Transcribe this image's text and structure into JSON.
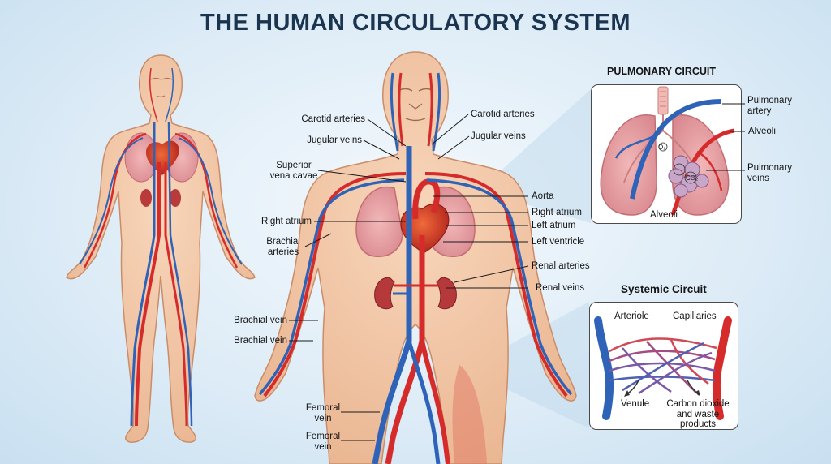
{
  "title": "THE HUMAN CIRCULATORY SYSTEM",
  "colors": {
    "artery": "#d62b2b",
    "vein": "#2e63b8",
    "skin": "#f3c9a8",
    "title": "#1b3550"
  },
  "labels": {
    "carotid_arteries_left": "Carotid arteries",
    "carotid_arteries_right": "Carotid arteries",
    "jugular_veins_left": "Jugular veins",
    "jugular_veins_right": "Jugular veins",
    "superior_vena_cava": "Superior\nvena cavae",
    "right_atrium_left": "Right atrium",
    "brachial_arteries": "Brachial\narteries",
    "brachial_vein_1": "Brachial vein",
    "brachial_vein_2": "Brachial vein",
    "femoral_vein_1": "Femoral\nvein",
    "femoral_vein_2": "Femoral\nvein",
    "aorta": "Aorta",
    "right_atrium_right": "Right atrium",
    "left_atrium": "Left atrium",
    "left_ventricle": "Left ventricle",
    "renal_arteries": "Renal arteries",
    "renal_veins": "Renal veins"
  },
  "pulmonary": {
    "title": "PULMONARY CIRCUIT",
    "pulmonary_artery": "Pulmonary\nartery",
    "alveoli_right": "Alveoli",
    "pulmonary_veins": "Pulmonary\nveins",
    "alveoli_bottom": "Alveoli",
    "o2": "O₂",
    "co2": "CO₂"
  },
  "systemic": {
    "title": "Systemic Circuit",
    "arteriole": "Arteriole",
    "capillaries": "Capillaries",
    "venule": "Venule",
    "waste": "Carbon dioxide\nand waste\nproducts"
  }
}
